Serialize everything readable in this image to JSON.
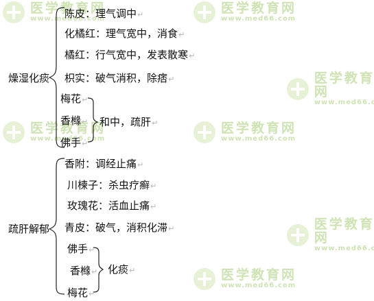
{
  "watermark": {
    "site_name": "医学教育网",
    "site_url": "www.med66.com"
  },
  "line_end_mark": "↵",
  "groups": [
    {
      "label": "燥湿化痰",
      "items": [
        {
          "name": "陈皮",
          "effect": "理气调中"
        },
        {
          "name": "化橘红",
          "effect": "理气宽中，消食"
        },
        {
          "name": "橘红",
          "effect": "行气宽中，发表散寒"
        },
        {
          "name": "枳实",
          "effect": "破气消积，除痞"
        }
      ],
      "subgroup": {
        "items": [
          "梅花",
          "香橼",
          "佛手"
        ],
        "effect": "和中，疏肝"
      }
    },
    {
      "label": "疏肝解郁",
      "items": [
        {
          "name": "香附",
          "effect": "调经止痛"
        },
        {
          "name": "川楝子",
          "effect": "杀虫疗癣"
        },
        {
          "name": "玫瑰花",
          "effect": "活血止痛"
        },
        {
          "name": "青皮",
          "effect": "破气，消积化滞"
        }
      ],
      "subgroup": {
        "items": [
          "佛手",
          "香橼",
          "梅花"
        ],
        "effect": "化痰"
      }
    }
  ]
}
